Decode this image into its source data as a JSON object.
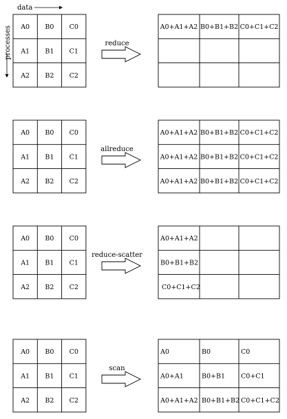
{
  "axis": {
    "data_label": "data",
    "processes_label": "processes"
  },
  "input_grid": [
    [
      "A0",
      "B0",
      "C0"
    ],
    [
      "A1",
      "B1",
      "C1"
    ],
    [
      "A2",
      "B2",
      "C2"
    ]
  ],
  "operations": [
    {
      "label": "reduce",
      "output": [
        [
          "A0+A1+A2",
          "B0+B1+B2",
          "C0+C1+C2"
        ],
        [
          "",
          "",
          ""
        ],
        [
          "",
          "",
          ""
        ]
      ]
    },
    {
      "label": "allreduce",
      "output": [
        [
          "A0+A1+A2",
          "B0+B1+B2",
          "C0+C1+C2"
        ],
        [
          "A0+A1+A2",
          "B0+B1+B2",
          "C0+C1+C2"
        ],
        [
          "A0+A1+A2",
          "B0+B1+B2",
          "C0+C1+C2"
        ]
      ]
    },
    {
      "label": "reduce-scatter",
      "output": [
        [
          "A0+A1+A2",
          "",
          ""
        ],
        [
          "B0+B1+B2",
          "",
          ""
        ],
        [
          "C0+C1+C2",
          "",
          ""
        ]
      ]
    },
    {
      "label": "scan",
      "output": [
        [
          "A0",
          "B0",
          "C0"
        ],
        [
          "A0+A1",
          "B0+B1",
          "C0+C1"
        ],
        [
          "A0+A1+A2",
          "B0+B1+B2",
          "C0+C1+C2"
        ]
      ]
    }
  ]
}
